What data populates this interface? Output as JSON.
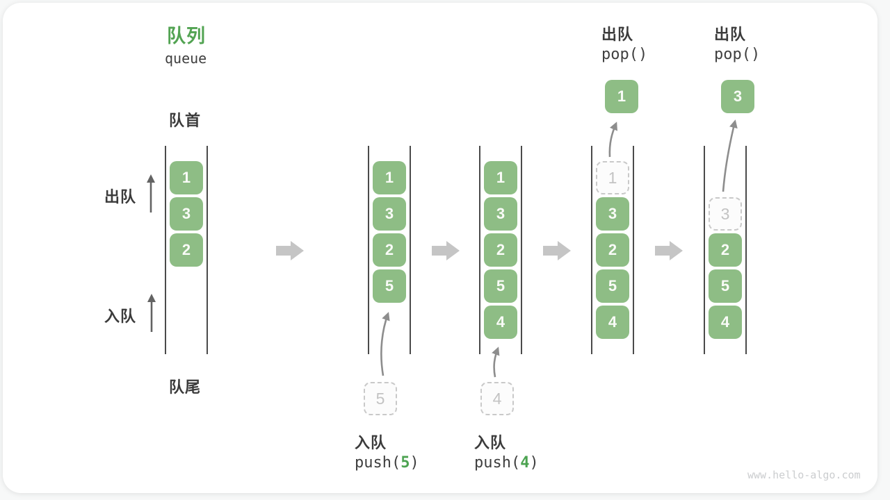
{
  "title": {
    "zh": "队列",
    "en": "queue"
  },
  "side_labels": {
    "front": "队首",
    "rear": "队尾",
    "dequeue": "出队",
    "enqueue": "入队"
  },
  "states": [
    {
      "name": "state-1",
      "cells": [
        "1",
        "3",
        "2"
      ]
    },
    {
      "name": "state-2",
      "cells": [
        "1",
        "3",
        "2",
        "5"
      ],
      "staged": "5"
    },
    {
      "name": "state-3",
      "cells": [
        "1",
        "3",
        "2",
        "5",
        "4"
      ],
      "staged": "4"
    },
    {
      "name": "state-4",
      "cells": [
        "3",
        "2",
        "5",
        "4"
      ],
      "removed": "1",
      "popped": "1"
    },
    {
      "name": "state-5",
      "cells": [
        "2",
        "5",
        "4"
      ],
      "removed": "3",
      "popped": "3"
    }
  ],
  "operations": {
    "push5": {
      "title": "入队",
      "code_open": "push(",
      "arg": "5",
      "code_close": ")"
    },
    "push4": {
      "title": "入队",
      "code_open": "push(",
      "arg": "4",
      "code_close": ")"
    },
    "pop1": {
      "title": "出队",
      "code": "pop()"
    },
    "pop2": {
      "title": "出队",
      "code": "pop()"
    }
  },
  "watermark": "www.hello-algo.com",
  "colors": {
    "element_green": "#8ebd85",
    "accent_green": "#4ca351",
    "wall_line": "#4a4a4a",
    "transition_arrow": "#c5c5c5",
    "motion_arrow": "#8d8d8d",
    "dashed_box": "#c9c9c9",
    "text_dark": "#3b3b3b"
  }
}
